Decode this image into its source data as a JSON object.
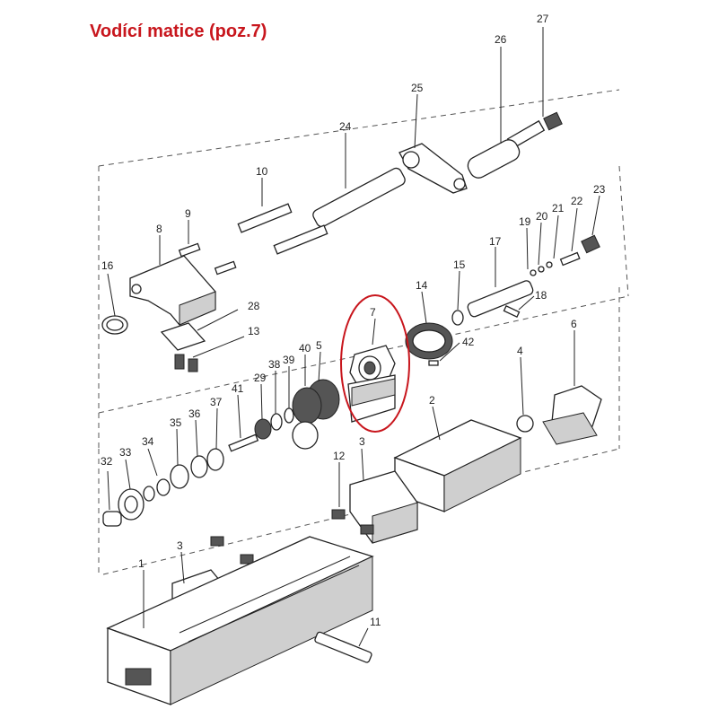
{
  "title": "Vodící matice (poz.7)",
  "highlight_color": "#c8161d",
  "highlighted_part": "7",
  "part_numbers": [
    "1",
    "2",
    "3",
    "3",
    "4",
    "5",
    "6",
    "7",
    "8",
    "9",
    "10",
    "11",
    "12",
    "13",
    "14",
    "15",
    "16",
    "17",
    "18",
    "19",
    "20",
    "21",
    "22",
    "23",
    "24",
    "25",
    "26",
    "27",
    "28",
    "29",
    "32",
    "33",
    "34",
    "35",
    "36",
    "37",
    "38",
    "39",
    "40",
    "41",
    "42"
  ]
}
